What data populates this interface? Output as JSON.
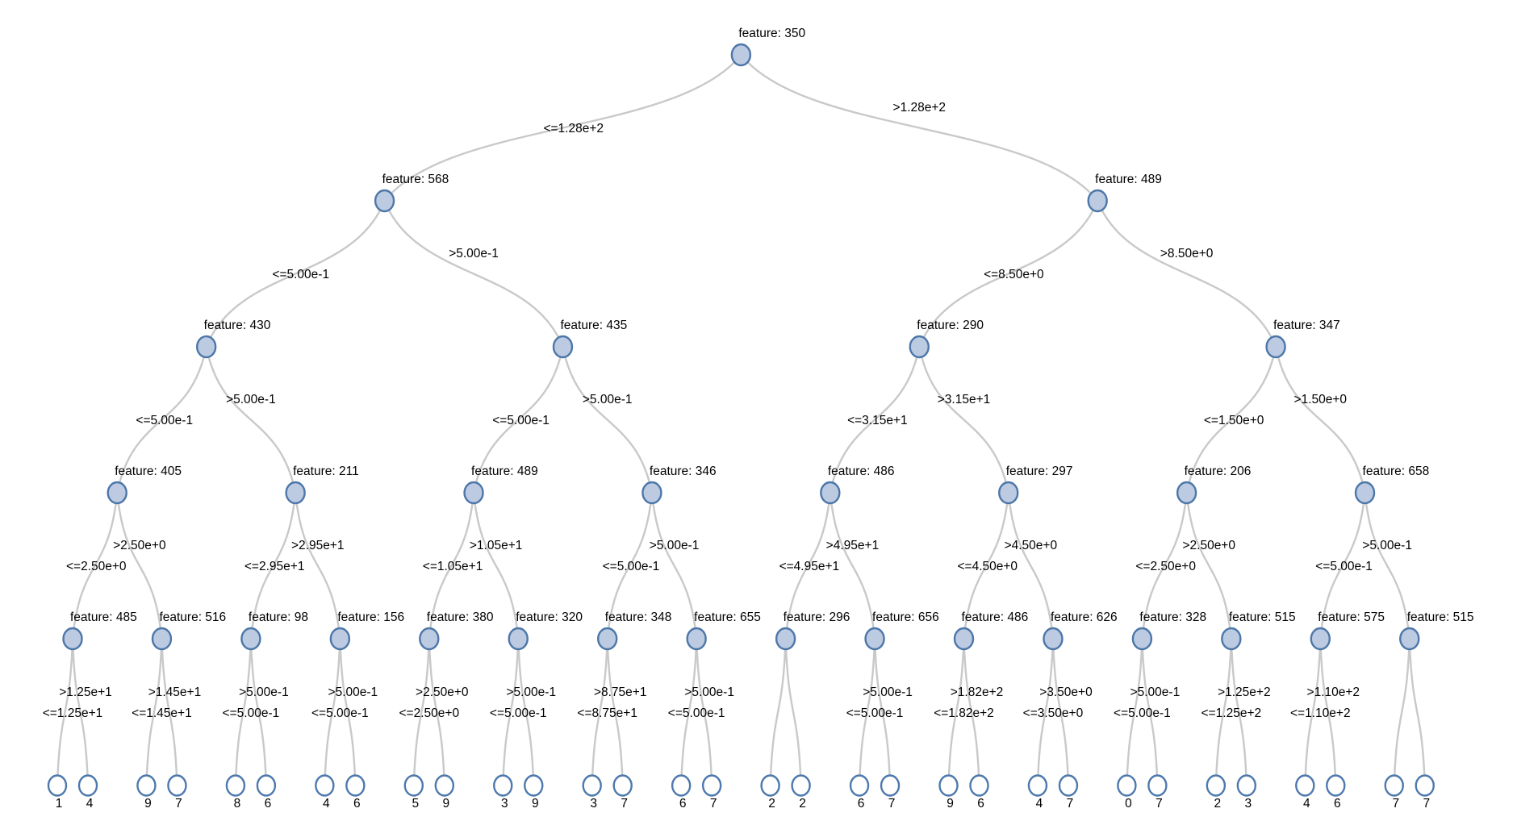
{
  "figure": {
    "background": "#ffffff",
    "node_fill": "#bccbe2",
    "node_stroke": "#4d77a9",
    "leaf_fill": "#ffffff",
    "leaf_stroke": "#4d79ad",
    "edge_color": "#c9c9c9",
    "text_color": "#000000",
    "feature_label_prefix": "feature: ",
    "le_prefix": "<=",
    "gt_prefix": ">"
  },
  "tree": {
    "feature": "350",
    "threshold": "1.28e+2",
    "left": {
      "feature": "568",
      "threshold": "5.00e-1",
      "left": {
        "feature": "430",
        "threshold": "5.00e-1",
        "left": {
          "feature": "405",
          "threshold": "2.50e+0",
          "left": {
            "feature": "485",
            "threshold": "1.25e+1",
            "left": {
              "value": "1"
            },
            "right": {
              "value": "4"
            }
          },
          "right": {
            "feature": "516",
            "threshold": "1.45e+1",
            "left": {
              "value": "9"
            },
            "right": {
              "value": "7"
            }
          }
        },
        "right": {
          "feature": "211",
          "threshold": "2.95e+1",
          "left": {
            "feature": "98",
            "threshold": "5.00e-1",
            "left": {
              "value": "8"
            },
            "right": {
              "value": "6"
            }
          },
          "right": {
            "feature": "156",
            "threshold": "5.00e-1",
            "left": {
              "value": "4"
            },
            "right": {
              "value": "6"
            }
          }
        }
      },
      "right": {
        "feature": "435",
        "threshold": "5.00e-1",
        "left": {
          "feature": "489",
          "threshold": "1.05e+1",
          "left": {
            "feature": "380",
            "threshold": "2.50e+0",
            "left": {
              "value": "5"
            },
            "right": {
              "value": "9"
            }
          },
          "right": {
            "feature": "320",
            "threshold": "5.00e-1",
            "left": {
              "value": "3"
            },
            "right": {
              "value": "9"
            }
          }
        },
        "right": {
          "feature": "346",
          "threshold": "5.00e-1",
          "left": {
            "feature": "348",
            "threshold": "8.75e+1",
            "left": {
              "value": "3"
            },
            "right": {
              "value": "7"
            }
          },
          "right": {
            "feature": "655",
            "threshold": "5.00e-1",
            "left": {
              "value": "6"
            },
            "right": {
              "value": "7"
            }
          }
        }
      }
    },
    "right": {
      "feature": "489",
      "threshold": "8.50e+0",
      "left": {
        "feature": "290",
        "threshold": "3.15e+1",
        "left": {
          "feature": "486",
          "threshold": "4.95e+1",
          "left": {
            "feature": "296",
            "threshold": null,
            "left": {
              "value": "2"
            },
            "right": {
              "value": "2"
            }
          },
          "right": {
            "feature": "656",
            "threshold": "5.00e-1",
            "left": {
              "value": "6"
            },
            "right": {
              "value": "7"
            }
          }
        },
        "right": {
          "feature": "297",
          "threshold": "4.50e+0",
          "left": {
            "feature": "486",
            "threshold": "1.82e+2",
            "left": {
              "value": "9"
            },
            "right": {
              "value": "6"
            }
          },
          "right": {
            "feature": "626",
            "threshold": "3.50e+0",
            "left": {
              "value": "4"
            },
            "right": {
              "value": "7"
            }
          }
        }
      },
      "right": {
        "feature": "347",
        "threshold": "1.50e+0",
        "left": {
          "feature": "206",
          "threshold": "2.50e+0",
          "left": {
            "feature": "328",
            "threshold": "5.00e-1",
            "left": {
              "value": "0"
            },
            "right": {
              "value": "7"
            }
          },
          "right": {
            "feature": "515",
            "threshold": "1.25e+2",
            "left": {
              "value": "2"
            },
            "right": {
              "value": "3"
            }
          }
        },
        "right": {
          "feature": "658",
          "threshold": "5.00e-1",
          "left": {
            "feature": "575",
            "threshold": "1.10e+2",
            "left": {
              "value": "4"
            },
            "right": {
              "value": "6"
            }
          },
          "right": {
            "feature": "515",
            "threshold": null,
            "left": {
              "value": "7"
            },
            "right": {
              "value": "7"
            }
          }
        }
      }
    }
  }
}
